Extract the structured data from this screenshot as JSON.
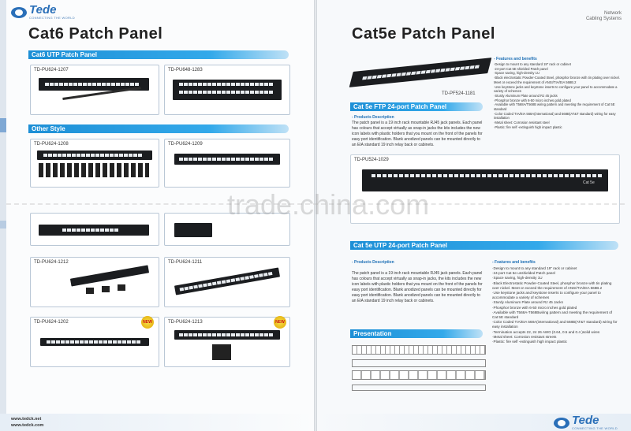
{
  "brand": {
    "name": "Tede",
    "tagline": "CONNECTING THE WORLD"
  },
  "header_right": {
    "line1": "Network",
    "line2": "Cabling Systems"
  },
  "left_page": {
    "title": "Cat6 Patch Panel",
    "section_utp": "Cat6 UTP Patch Panel",
    "section_other": "Other  Style",
    "products": [
      {
        "model": "TD-PU624-1207"
      },
      {
        "model": "TD-PU648-1283"
      },
      {
        "model": "TD-PU624-1208"
      },
      {
        "model": "TD-PU624-1209"
      },
      {
        "model": "TD-PU624-1212"
      },
      {
        "model": "TD-PU624-1211"
      },
      {
        "model": "TD-PU624-1202"
      },
      {
        "model": "TD-PU624-1213"
      }
    ],
    "new_badge": "NEW",
    "footer_urls": [
      "www.tedck.net",
      "www.tedck.com"
    ]
  },
  "right_page": {
    "title": "Cat5e Patch Panel",
    "hero_model": "TD-PF524-1181",
    "ftp_section": "Cat 5e FTP 24-port Patch Panel",
    "utp_section": "Cat 5e UTP 24-port Patch Panel",
    "presentation_section": "Presentation",
    "product_description_heading": "- Products Description",
    "features_heading": "- Features and benefits",
    "ftp_description": "The patch panel is a 19 inch rack mountable RJ45 jack panels. Each panel has colours that accept virtually as snap-in jacks the kits includes the new icon labels with plastic holders that you mount on the front of the panels for easy port identification. Blank anodized panels can be mounted directly to an EIA standard 19 inch relay back or cabinets.",
    "ftp_features": [
      "Design to mount to any standard 19\" rack or cabinet",
      "24-port Cat 5E shielded Patch panel",
      "Space saving, high-density 1U",
      "Black electrostatic Powder-Coated Steel, phosphor bronze with tin plating over nickel. Meet or exceed the requirement of ANSI/TIA/EIA 568B.2",
      "Use keystone jacks and keystone inserts to configure your panel to accommodate a variety of schemes",
      "Sturdy Aluminum Plate around RJ 45 jacks",
      "Phosphor bronze with 6-50 micro inches gold plated",
      "Available with T568A/T568B wiring pattern and meeting the requirement of Cat 5E standard",
      "Color Coded TIA/EIA 568A(international) and 568B(AT&T standard) wiring for easy installation",
      "Metal sheet: Corrosion resistant steel",
      "Plastic: fire self -extinguish high impact plastic"
    ],
    "mid_model": "TD-PU524-1029",
    "mid_label": "Cat 5e",
    "utp_description": "The patch panel is a 19 inch rack mountable RJ45 jack panels. Each panel has colours that accept virtually as snap-in jacks, the kits includes the new icon labels with plastic holders that you mount on the front of the panels for easy port identification. Blank anodized panels can be mounted directly for easy port identification. Blank anodized panels can be mounted directly to an EIA standard 19 inch relay back or cabinets.",
    "utp_features": [
      "Design to mount to any standard 19\" rack or cabinet",
      "24-port Cat 5e unshielded Patch panel",
      "Space saving, high-density 1U",
      "Black Electrostatic Powder-Coated Steel, phosphor bronze with tin plating over nickel. Meet or exceed the requirement of ANSI/TIA/EIA 568B.2",
      "Use keystone jacks and keystone inserts to configure your panel to accommodate a variety of schemes",
      "Sturdy Aluminum Plate around RJ 45 Jacks",
      "Phosphor bronze with 6-50 micro inches gold plated",
      "Available with T568A-T568Bwiring pattern and meeting the requirement of Cat 5E standard",
      "Color Coded TIA/EIA 568A(international) and 568B(AT&T standard) wiring for easy installation",
      "Termination accepts 22, 24 26 AWG (0.64, 0.5 and 0.4 )solid wires",
      "Metal sheet: Corrosion resistant streets",
      "Plastic: fire self -extinguish high impact plastic"
    ]
  },
  "watermark": "trade.china.com",
  "colors": {
    "accent": "#1d8fd6",
    "brand": "#2a6fb8"
  }
}
